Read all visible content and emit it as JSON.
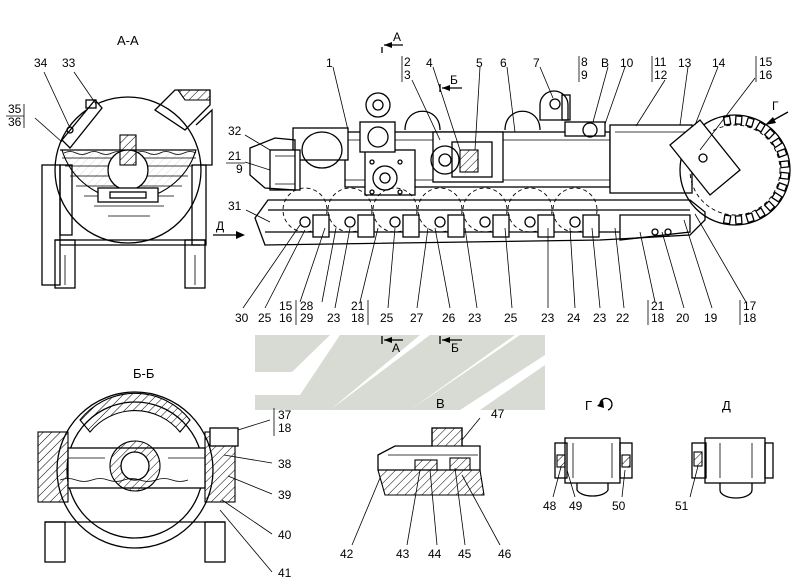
{
  "views": {
    "aa": "А-А",
    "bb": "Б-Б",
    "v": "В",
    "g": "Г",
    "d": "Д"
  },
  "markers": {
    "a_top": "А",
    "a_bottom": "А",
    "b_top": "Б",
    "b_bottom": "Б",
    "v_top": "В",
    "g_right": "Г",
    "d_left": "Д"
  },
  "callouts": {
    "c1": "1",
    "c2": "2",
    "c3": "3",
    "c4": "4",
    "c5": "5",
    "c6": "6",
    "c7": "7",
    "c8": "8",
    "c9": "9",
    "c10": "10",
    "c11": "11",
    "c12": "12",
    "c13": "13",
    "c14": "14",
    "c15": "15",
    "c16": "16",
    "c17": "17",
    "c18": "18",
    "c19": "19",
    "c20": "20",
    "c21": "21",
    "c22": "22",
    "c23": "23",
    "c24": "24",
    "c25": "25",
    "c26": "26",
    "c27": "27",
    "c28": "28",
    "c29": "29",
    "c30": "30",
    "c31": "31",
    "c32": "32",
    "c33": "33",
    "c34": "34",
    "c35": "35",
    "c36": "36",
    "c37": "37",
    "c38": "38",
    "c39": "39",
    "c40": "40",
    "c41": "41",
    "c42": "42",
    "c43": "43",
    "c44": "44",
    "c45": "45",
    "c46": "46",
    "c47": "47",
    "c48": "48",
    "c49": "49",
    "c50": "50",
    "c51": "51"
  },
  "colors": {
    "line": "#000000",
    "watermark": "#c9cfc6",
    "background": "#ffffff"
  }
}
